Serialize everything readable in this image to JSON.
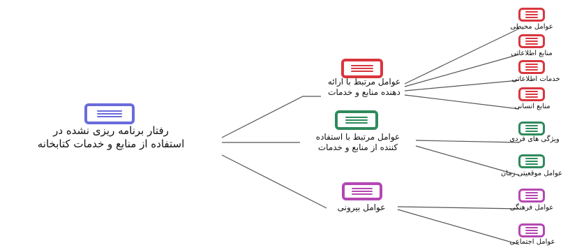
{
  "colors": {
    "root": "#6b6bdc",
    "red": "#d9363e",
    "green": "#2f8a5b",
    "purple": "#b547b3",
    "line": "#555555"
  },
  "root": {
    "lines": [
      "رفتار برنامه ریزی نشده در",
      "استفاده از منابع و خدمات کتابخانه"
    ]
  },
  "groups": [
    {
      "id": "supply",
      "color": "red",
      "lines": [
        "عوامل مرتبط با ارائه",
        "دهنده منابع و خدمات"
      ],
      "children": [
        {
          "label": "عوامل محیطی"
        },
        {
          "label": "منابع اطلاعاتی"
        },
        {
          "label": "خدمات اطلاعاتی"
        },
        {
          "label": "منابع انسانی"
        }
      ]
    },
    {
      "id": "user",
      "color": "green",
      "lines": [
        "عوامل مرتبط با استفاده",
        "کننده از منابع و خدمات"
      ],
      "children": [
        {
          "label": "ویژگی های فردی"
        },
        {
          "label": "عوامل موقعیتی زمان"
        }
      ]
    },
    {
      "id": "external",
      "color": "purple",
      "lines": [
        "عوامل بیرونی"
      ],
      "children": [
        {
          "label": "عوامل فرهنگی"
        },
        {
          "label": "عوامل اجتماعی"
        }
      ]
    }
  ]
}
